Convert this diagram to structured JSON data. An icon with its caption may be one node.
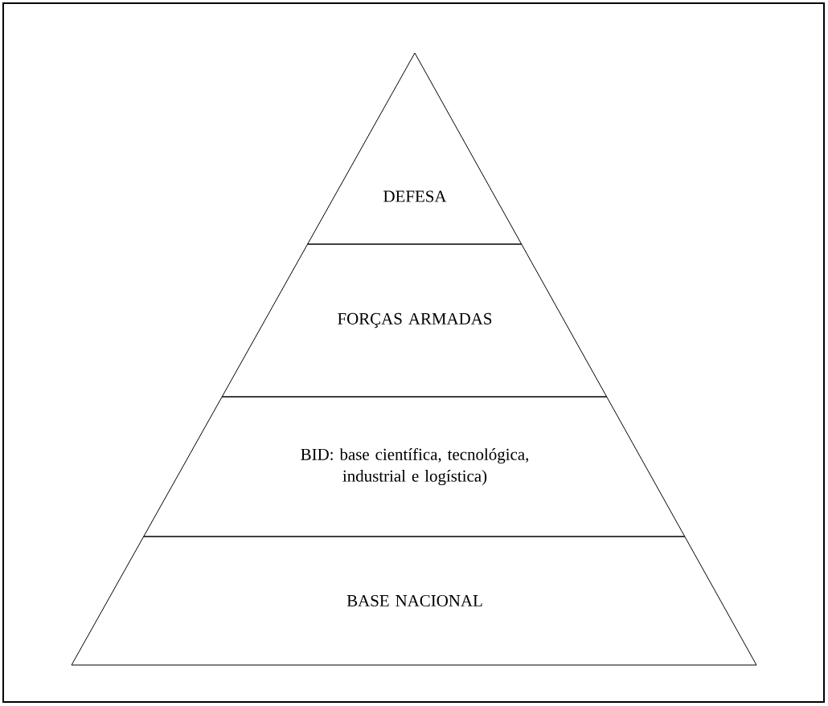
{
  "diagram": {
    "nodes": [
      {
        "text": [
          "DEFESA"
        ]
      },
      {
        "text": [
          "FORÇAS ARMADAS"
        ]
      },
      {
        "text": [
          "BID: base científica, tecnológica, industrial e logística)"
        ]
      },
      {
        "text": [
          "BASE NACIONAL"
        ]
      }
    ]
  }
}
